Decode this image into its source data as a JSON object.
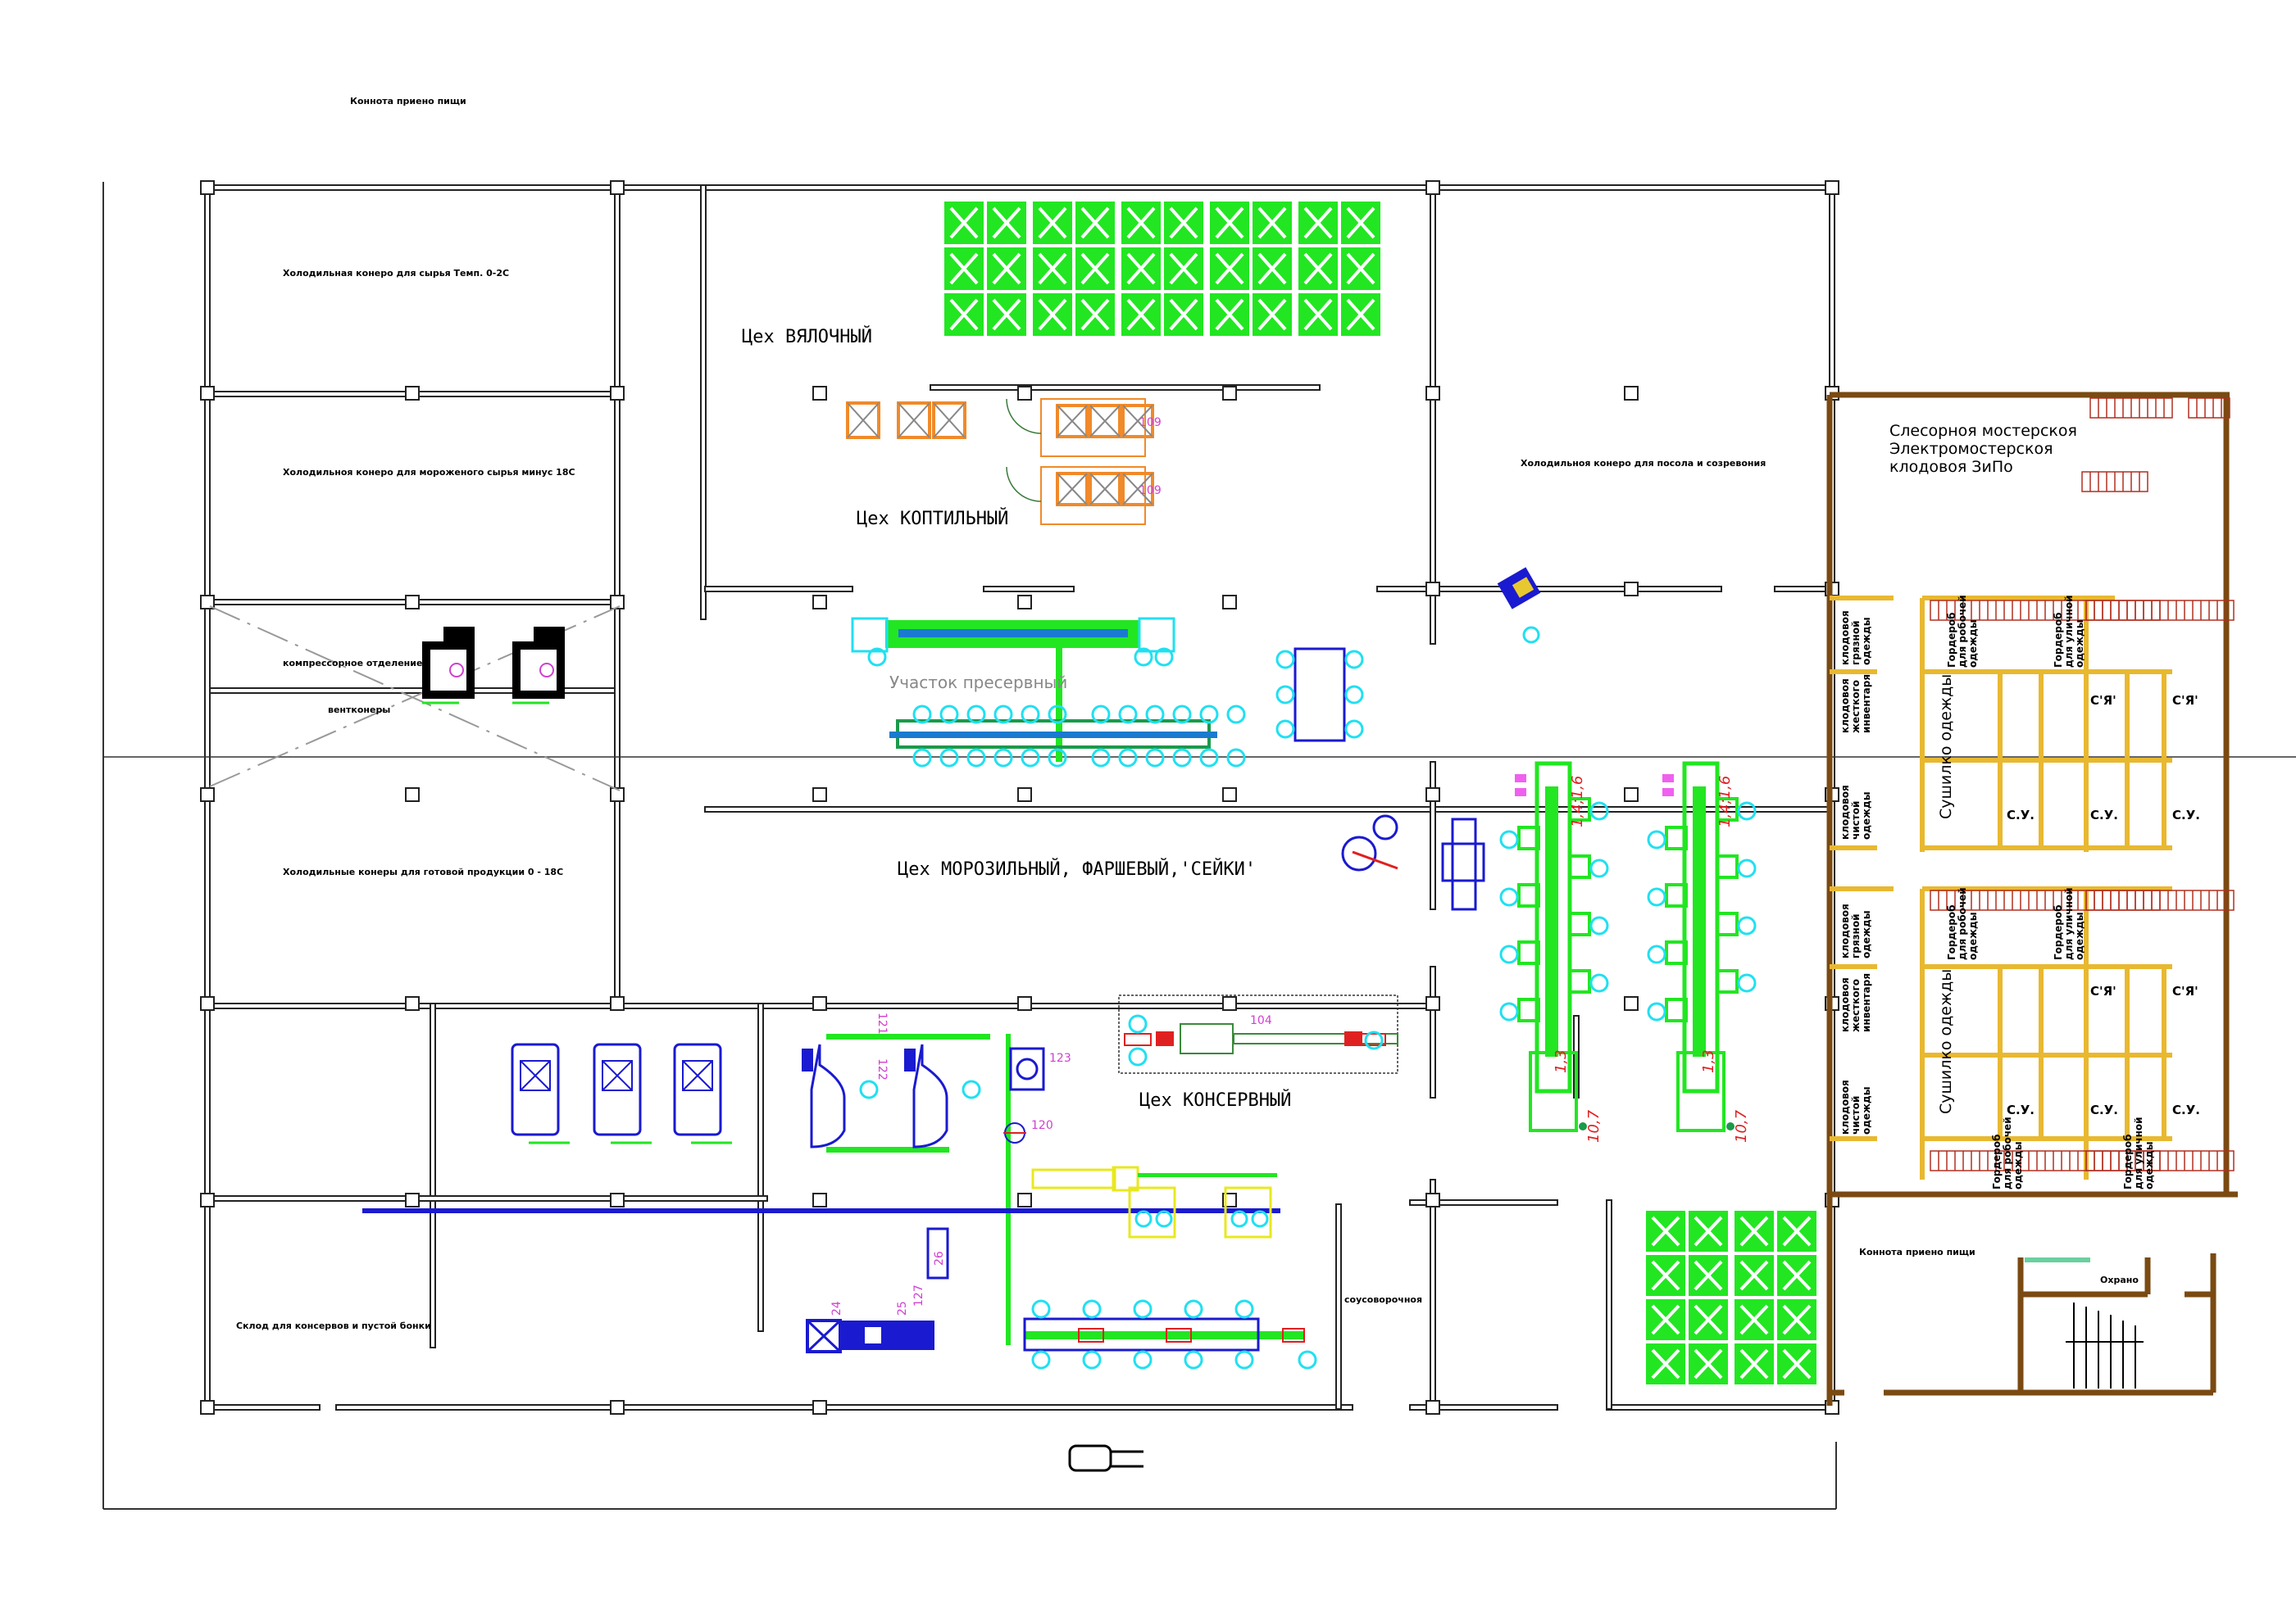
{
  "title": "Планировка цехов рыбоперерабатывающего предприятия",
  "rooms": {
    "top_note": "Коннота приено пищи",
    "cold_raw": "Холодильная конеро для сырья Темп. 0-2С",
    "cold_frozen": "Холодильноя конеро для мороженого сырья минус 18С",
    "compressor": "компрессорное отделение",
    "vent": "вентконеры",
    "cold_finished": "Холодильные конеры для готовой продукции 0 - 18С",
    "warehouse": "Склод для консервов и пустой бонки",
    "sauce": "соусоворочноя",
    "drying_shop": "Цех ВЯЛОЧНЫЙ",
    "smoking_shop": "Цех КОПТИЛЬНЫЙ",
    "preserve_area": "Участок пресервный",
    "freezing_shop": "Цех МОРОЗИЛЬНЫЙ, ФАРШЕВЫЙ,'СЕЙКИ'",
    "canning_shop": "Цех КОНСЕРВНЫЙ",
    "cold_salting": "Холодильноя конеро для посола и созревония",
    "workshop_1": "Слесорноя мостерскоя",
    "workshop_2": "Электромостерскоя",
    "workshop_3": "клодовоя ЗиПо",
    "dining": "Коннота приено пищи",
    "guard": "Охрано"
  },
  "amenities": {
    "dryer": "Сушилко одежды",
    "wardrobe_work": [
      "Гордероб",
      "для робочей",
      "одежды"
    ],
    "wardrobe_street": [
      "Гордероб",
      "для уличной",
      "одежды"
    ],
    "store_dirty": [
      "клодовоя",
      "грязной",
      "одежды"
    ],
    "store_inventory": [
      "клодовоя",
      "жесткого",
      "инвентаря"
    ],
    "store_clean": [
      "клодовоя",
      "чистой",
      "одежды"
    ],
    "wc": "С.У.",
    "shower": "С'Я'"
  },
  "equipment_tags": {
    "smoker_1": "109",
    "smoker_2": "109",
    "canning_line": "104",
    "t120": "120",
    "t121": "121",
    "t122": "122",
    "t123": "123",
    "t124": "24",
    "t125": "25",
    "t126": "26",
    "t127": "127",
    "elev_top": "1,4;1,6",
    "elev_mid": "1,3",
    "elev_bot": "10,7"
  },
  "colors": {
    "rack_green": "#22e622",
    "worker_cyan": "#20e0f0",
    "equipment_blue": "#1a1ad0",
    "smoker_orange": "#f08a2a",
    "amenity_yellow": "#e8b830",
    "outer_wall_brown": "#7a4a12",
    "tag_magenta": "#d040d0",
    "elev_red": "#e02020"
  }
}
